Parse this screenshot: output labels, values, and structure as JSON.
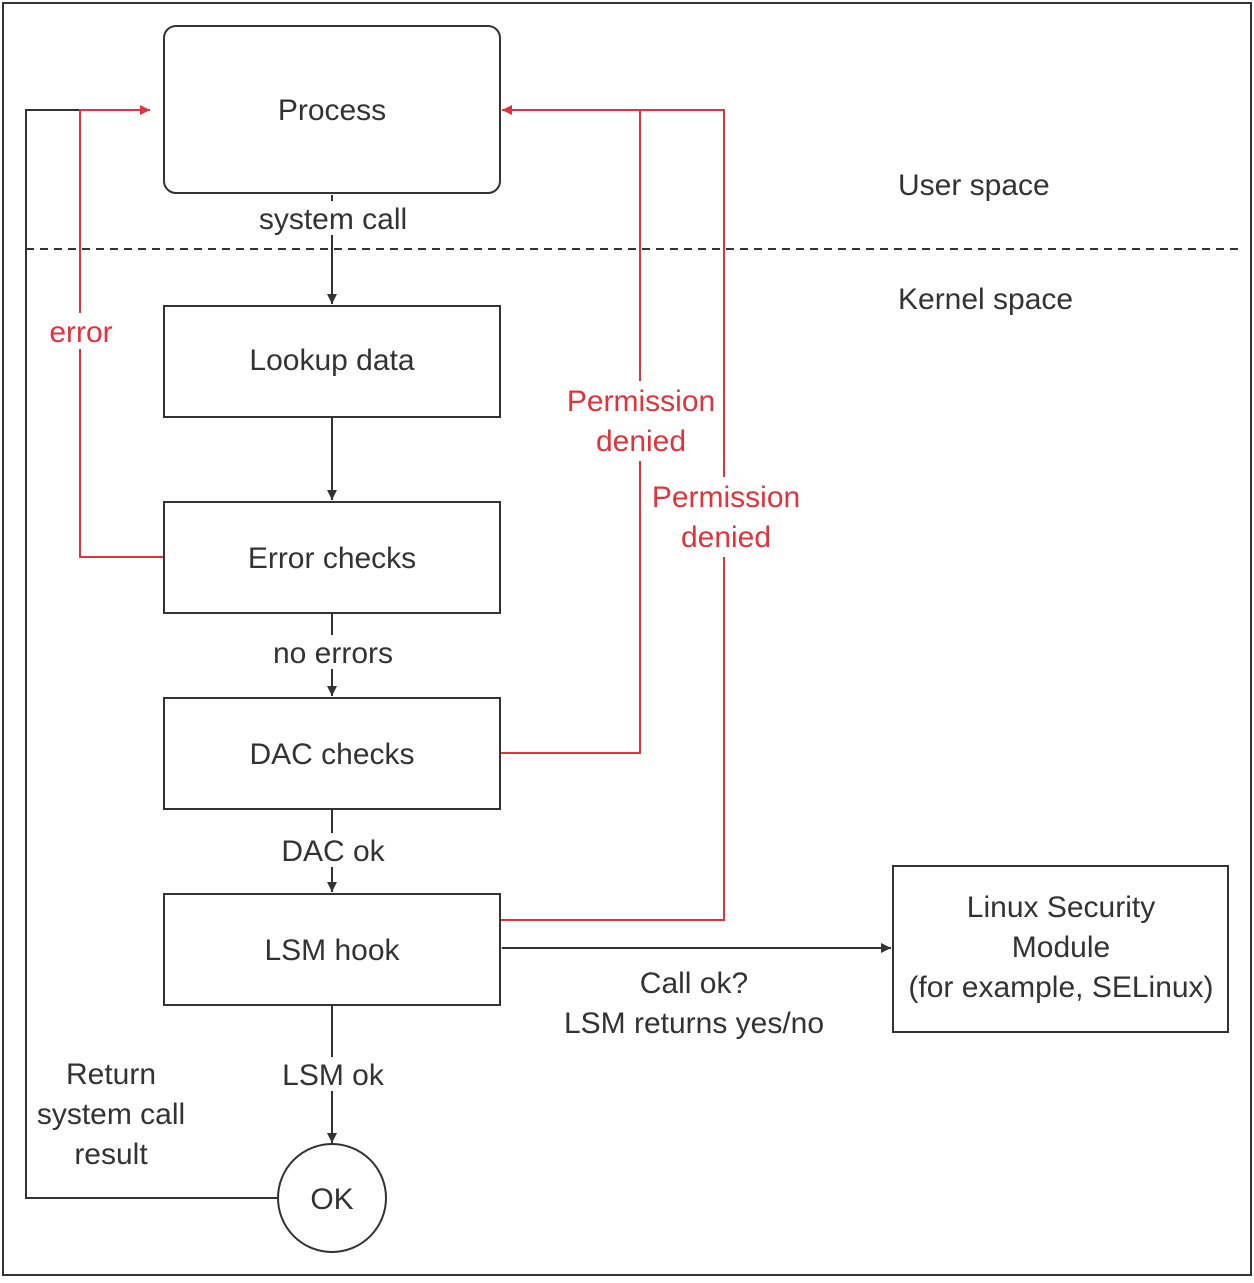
{
  "nodes": {
    "process": "Process",
    "lookup": "Lookup data",
    "error_checks": "Error checks",
    "dac_checks": "DAC checks",
    "lsm_hook": "LSM hook",
    "ok": "OK",
    "lsm_module": [
      "Linux Security",
      "Module",
      "(for example, SELinux)"
    ]
  },
  "regions": {
    "user_space": "User space",
    "kernel_space": "Kernel space"
  },
  "edges": {
    "system_call": "system call",
    "error": "error",
    "no_errors": "no errors",
    "dac_ok": "DAC ok",
    "lsm_ok": "LSM ok",
    "permission_denied_dac": [
      "Permission",
      "denied"
    ],
    "permission_denied_lsm": [
      "Permission",
      "denied"
    ],
    "call_ok": [
      "Call ok?",
      "LSM returns yes/no"
    ],
    "return_result": [
      "Return",
      "system call",
      "result"
    ]
  },
  "colors": {
    "line": "#333333",
    "denied": "#e0333c"
  }
}
